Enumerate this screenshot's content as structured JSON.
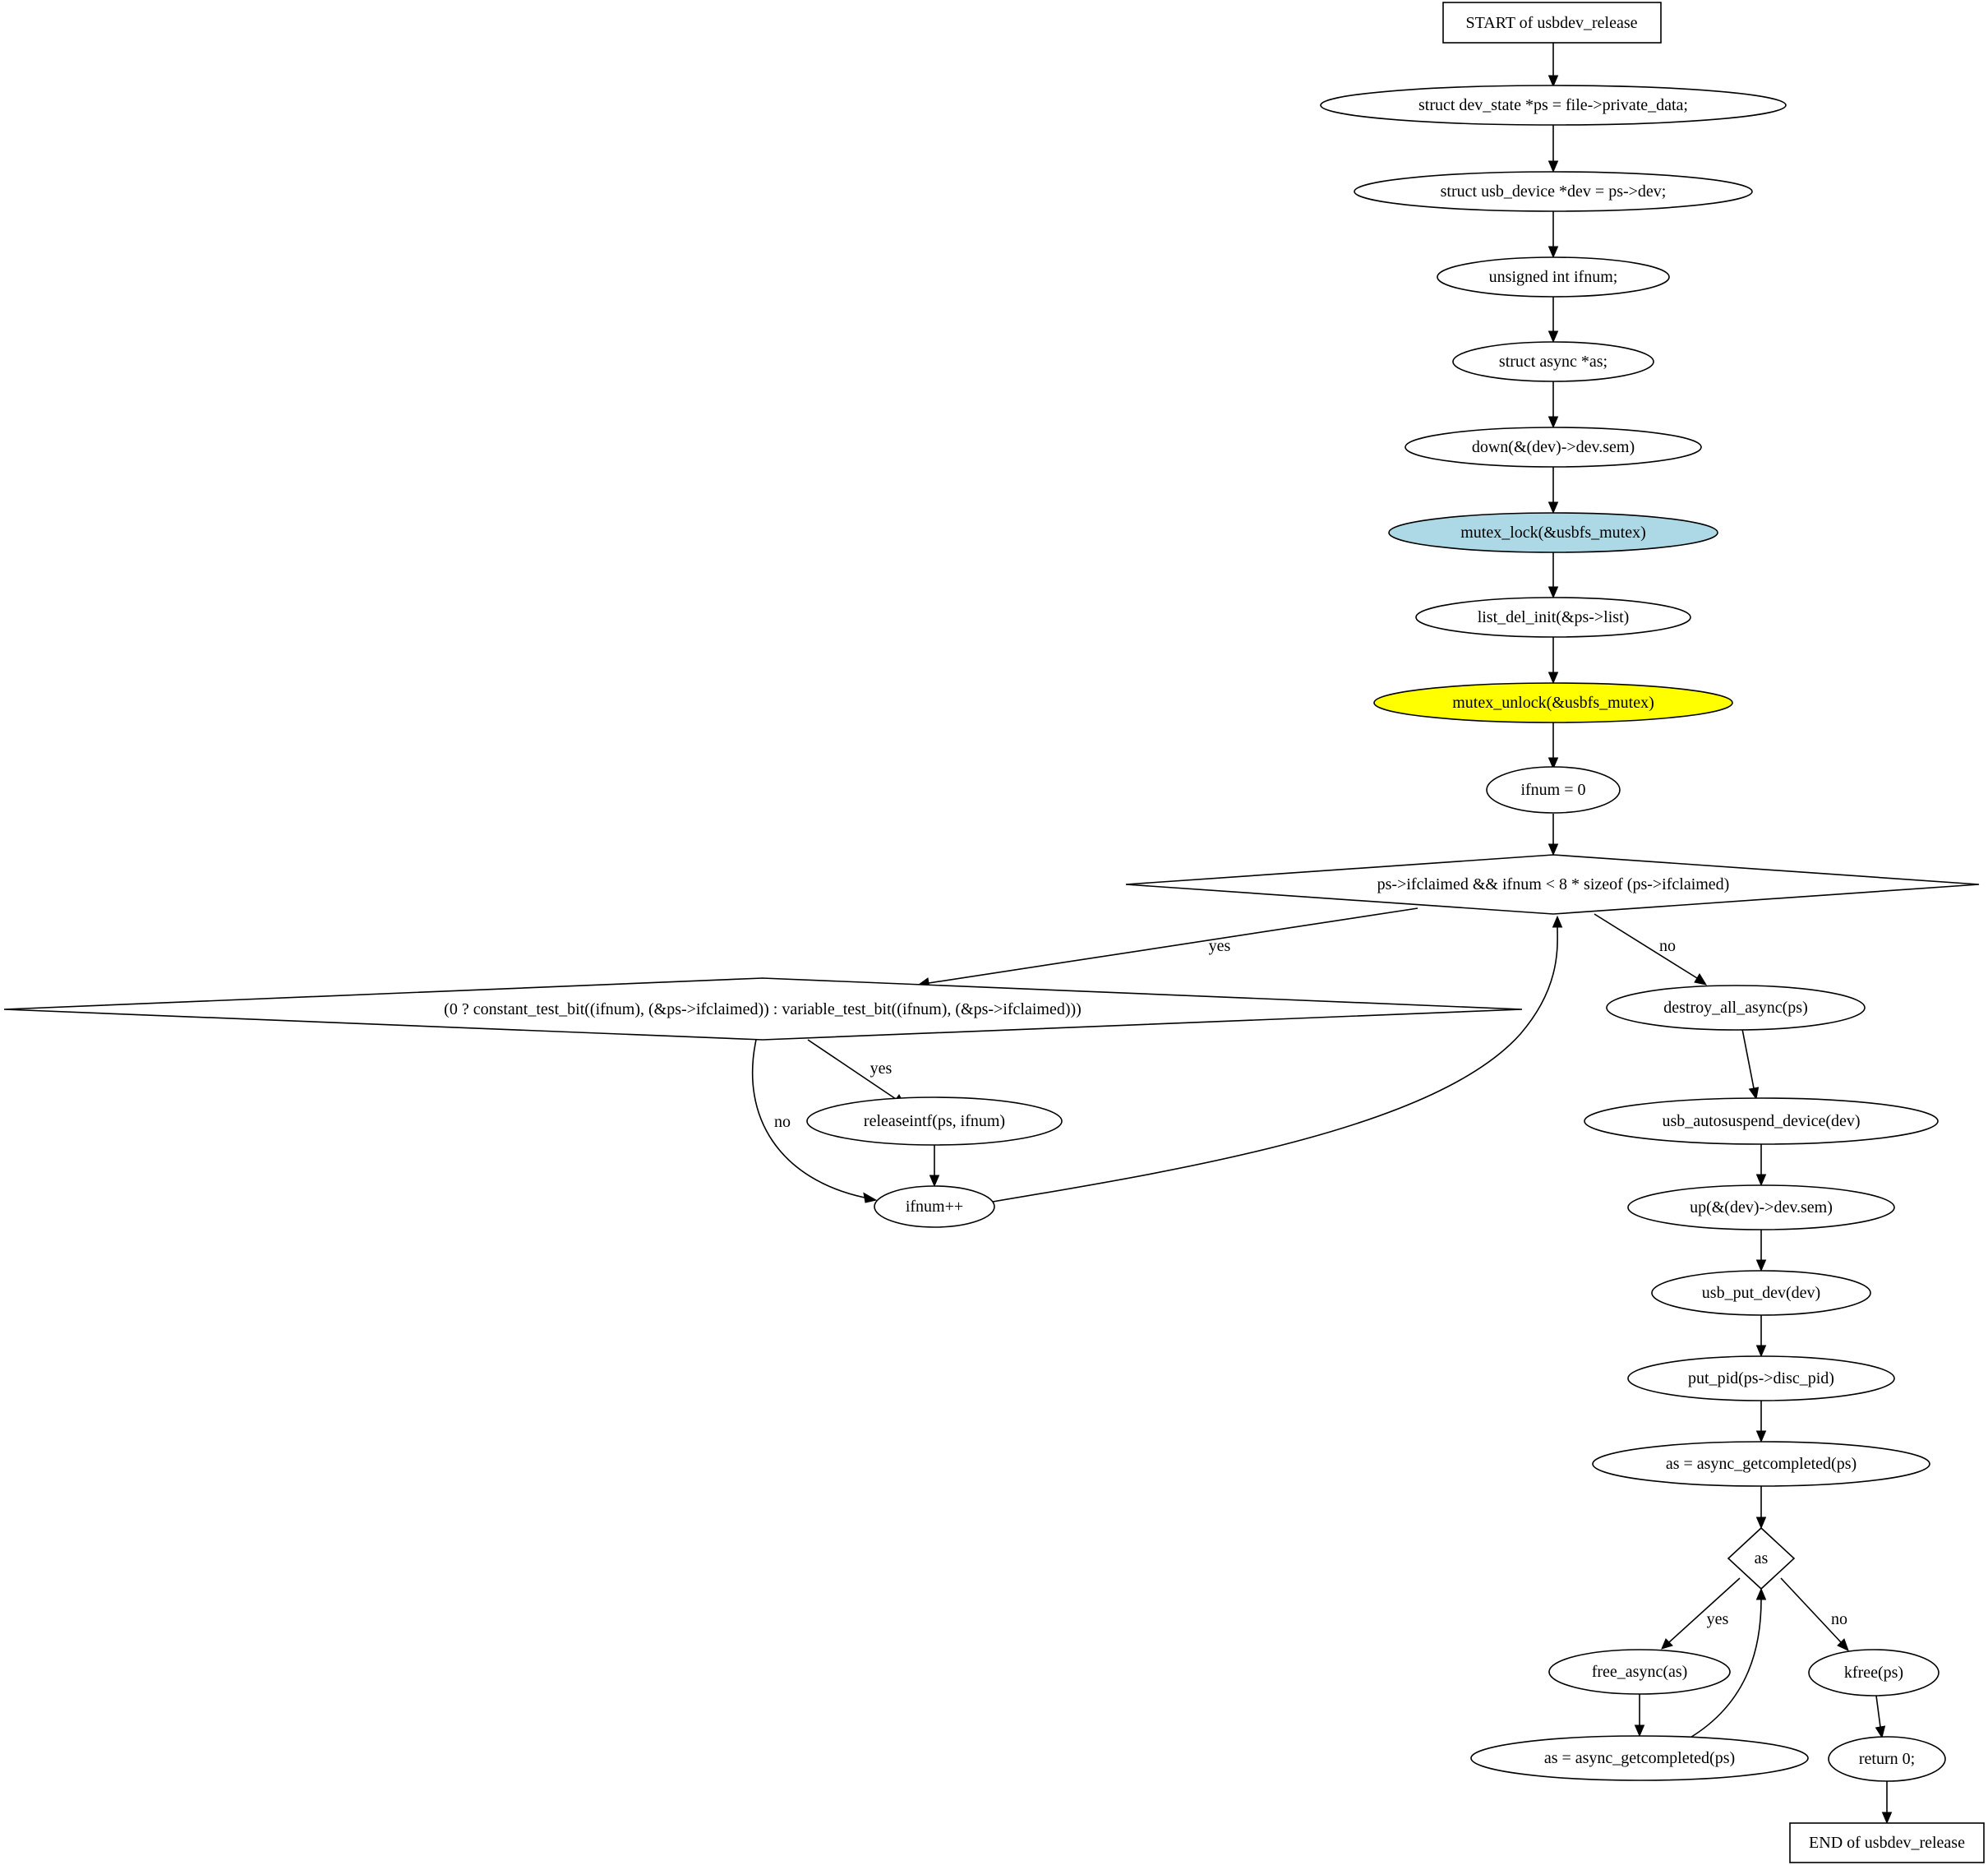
{
  "diagram": {
    "start": "START of usbdev_release",
    "end": "END of usbdev_release",
    "nodes": {
      "ps_decl": "struct dev_state *ps = file->private_data;",
      "dev_decl": "struct usb_device *dev = ps->dev;",
      "ifnum_decl": "unsigned int ifnum;",
      "as_decl": "struct async *as;",
      "down_sem": "down(&(dev)->dev.sem)",
      "mutex_lock": "mutex_lock(&usbfs_mutex)",
      "list_del": "list_del_init(&ps->list)",
      "mutex_unlock": "mutex_unlock(&usbfs_mutex)",
      "ifnum_init": "ifnum = 0",
      "loop_cond": "ps->ifclaimed && ifnum < 8 * sizeof (ps->ifclaimed)",
      "test_bit_cond": "(0 ? constant_test_bit((ifnum), (&ps->ifclaimed)) : variable_test_bit((ifnum), (&ps->ifclaimed)))",
      "releaseintf": "releaseintf(ps, ifnum)",
      "ifnum_inc": "ifnum++",
      "destroy_async": "destroy_all_async(ps)",
      "autosuspend": "usb_autosuspend_device(dev)",
      "up_sem": "up(&(dev)->dev.sem)",
      "put_dev": "usb_put_dev(dev)",
      "put_pid": "put_pid(ps->disc_pid)",
      "getcompleted_1": "as = async_getcompleted(ps)",
      "as_cond": "as",
      "free_async": "free_async(as)",
      "getcompleted_2": "as = async_getcompleted(ps)",
      "kfree": "kfree(ps)",
      "return0": "return 0;"
    },
    "edge_labels": {
      "yes": "yes",
      "no": "no"
    },
    "colors": {
      "mutex_lock_fill": "#add8e6",
      "mutex_unlock_fill": "#ffff00",
      "default_fill": "#ffffff",
      "stroke": "#000000"
    }
  }
}
